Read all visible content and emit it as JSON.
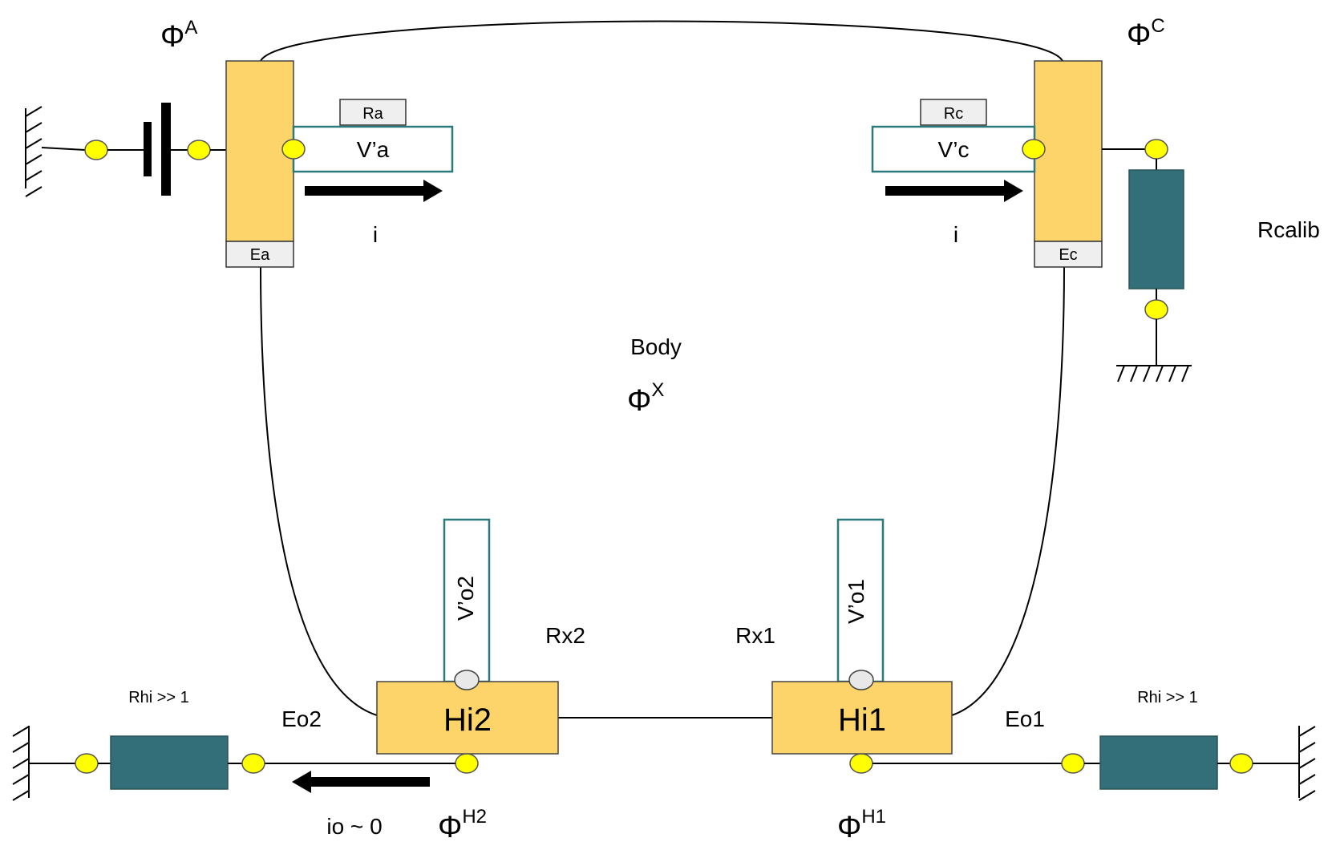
{
  "labels": {
    "phi_a": {
      "base": "Φ",
      "sup": "A"
    },
    "phi_c": {
      "base": "Φ",
      "sup": "C"
    },
    "phi_x": {
      "base": "Φ",
      "sup": "X"
    },
    "phi_h2": {
      "base": "Φ",
      "sup": "H2"
    },
    "phi_h1": {
      "base": "Φ",
      "sup": "H1"
    },
    "body": "Body",
    "ra": "Ra",
    "rc": "Rc",
    "va": "V’a",
    "vc": "V’c",
    "i_left": "i",
    "i_right": "i",
    "ea": "Ea",
    "ec": "Ec",
    "rcalib": "Rcalib",
    "vo2": "V’o2",
    "vo1": "V’o1",
    "rx2": "Rx2",
    "rx1": "Rx1",
    "hi2": "Hi2",
    "hi1": "Hi1",
    "eo2": "Eo2",
    "eo1": "Eo1",
    "rhi_left": "Rhi >> 1",
    "rhi_right": "Rhi >> 1",
    "io": "io ~ 0"
  },
  "colors": {
    "electrode": "#fcd46a",
    "terminal": "#ffff00",
    "resistor": "#336f78",
    "probe_outline": "#2b7a7d"
  }
}
